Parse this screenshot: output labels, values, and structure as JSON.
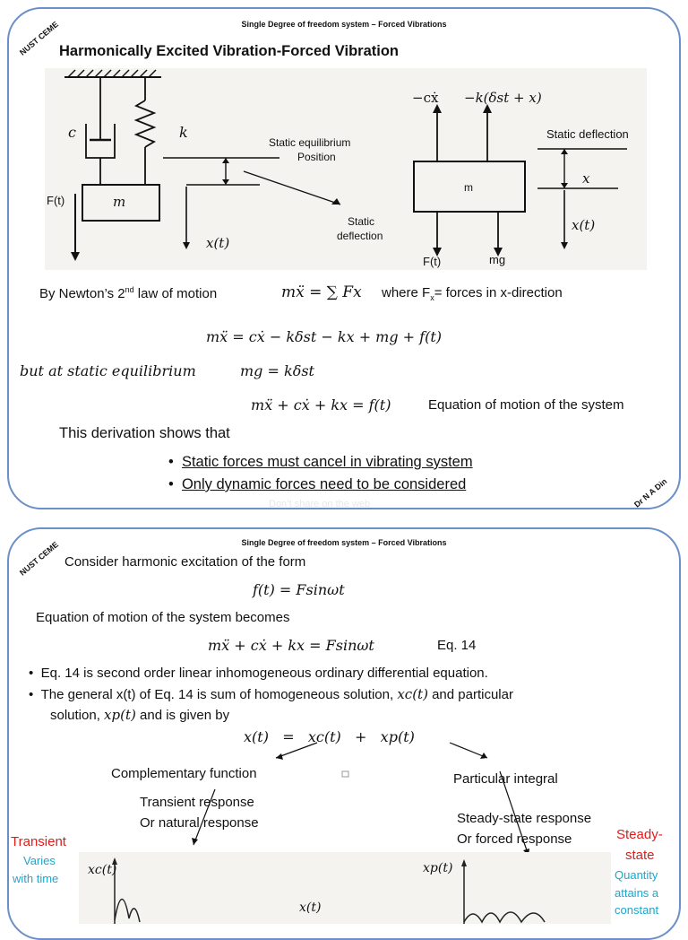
{
  "slide1": {
    "header": "Single Degree of freedom system – Forced Vibrations",
    "corner_left": "NUST CEME",
    "corner_right": "Dr N A Din",
    "title": "Harmonically Excited Vibration-Forced Vibration",
    "figure_left": {
      "c": "c",
      "k": "k",
      "m": "m",
      "ft": "F(t)",
      "xt": "x(t)",
      "static_eq": "Static equilibrium",
      "position": "Position",
      "static_def1": "Static",
      "static_def2": "deflection"
    },
    "figure_right": {
      "force_c": "−cẋ",
      "force_k": "−k(δst + x)",
      "static_deflection": "Static deflection",
      "m": "m",
      "x": "x",
      "xt": "x(t)",
      "ft": "F(t)",
      "mg": "mg"
    },
    "newton_prefix": "By Newton’s 2",
    "newton_sup": "nd",
    "newton_suffix": " law of motion",
    "newton_eq": "mẍ = ∑ Fx",
    "where_text": "where F",
    "where_sub": "x",
    "where_rest": "= forces in x-direction",
    "eq1": "mẍ = cẋ − kδst − kx + mg + f(t)",
    "but_text": "but at static equilibrium",
    "eq2": "mg = kδst",
    "eq3": "mẍ + cẋ + kx = f(t)",
    "eq3_label": "Equation of motion of the system",
    "derivation": "This derivation shows that",
    "bullets": [
      "Static forces must cancel in vibrating system",
      "Only dynamic forces need to be considered"
    ],
    "watermark": "Don’t share on the web"
  },
  "slide2": {
    "header": "Single Degree of freedom system – Forced Vibrations",
    "corner_left": "NUST CEME",
    "consider": "Consider harmonic excitation of the form",
    "eq_f": "f(t) = Fsinωt",
    "eom_text": "Equation of motion of the system becomes",
    "eq_main": "mẍ + cẋ + kx = Fsinωt",
    "eq_label": "Eq. 14",
    "bullet1": "Eq. 14 is second order linear inhomogeneous ordinary differential equation.",
    "bullet2a": "The general x(t) of Eq. 14 is sum of homogeneous solution, ",
    "bullet2_xc": "xc(t)",
    "bullet2b": " and particular",
    "bullet2c": "solution, ",
    "bullet2_xp": "xp(t)",
    "bullet2d": " and is given by",
    "eq_sum": "x(t)   =   xc(t)   +   xp(t)",
    "complementary": "Complementary function",
    "particular": "Particular integral",
    "transient_resp": "Transient response",
    "natural_resp": "Or natural response",
    "steady_resp": "Steady-state response",
    "forced_resp": "Or forced response",
    "transient": "Transient",
    "varies": "Varies",
    "with_time": "with time",
    "steady1": "Steady-",
    "steady2": "state",
    "quantity": "Quantity",
    "attains": "attains a",
    "constant": "constant",
    "graph_xc": "xc(t)",
    "graph_x": "x(t)",
    "graph_xp": "xp(t)"
  }
}
